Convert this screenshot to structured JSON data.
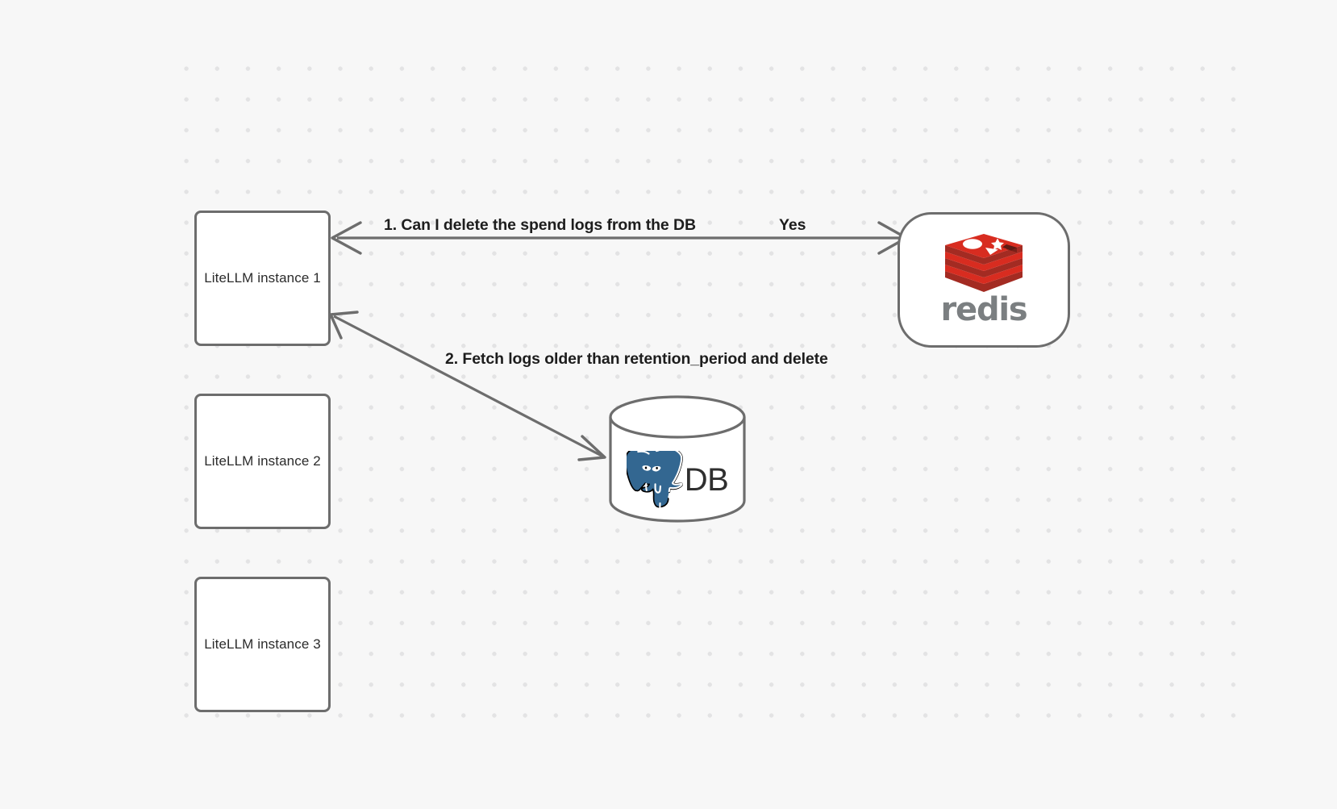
{
  "canvas": {
    "background_color": "#f7f7f7",
    "grid": "dotted",
    "grid_dot_color": "#e3e3e4"
  },
  "nodes": {
    "litellm_1": {
      "label": "LiteLLM instance 1",
      "shape": "rounded-rect",
      "border_color": "#6d6d6d",
      "fill": "#ffffff"
    },
    "litellm_2": {
      "label": "LiteLLM instance 2",
      "shape": "rounded-rect",
      "border_color": "#6d6d6d",
      "fill": "#ffffff"
    },
    "litellm_3": {
      "label": "LiteLLM instance 3",
      "shape": "rounded-rect",
      "border_color": "#6d6d6d",
      "fill": "#ffffff"
    },
    "redis": {
      "label": "redis",
      "icon": "redis-logo-icon",
      "shape": "rounded-rect",
      "border_color": "#6d6d6d",
      "fill": "#ffffff",
      "logo_color": "#d82c20",
      "wordmark_color": "#7b7f81"
    },
    "database": {
      "label": "DB",
      "icon": "postgresql-elephant-icon",
      "shape": "cylinder",
      "border_color": "#6d6d6d",
      "fill": "#ffffff",
      "logo_color": "#336791"
    }
  },
  "edges": [
    {
      "id": "edge-redis-bidirectional",
      "from": "litellm_1",
      "to": "redis",
      "label": "1.  Can I delete the spend logs from the DB",
      "secondary_label": "Yes",
      "arrow": "both",
      "color": "#6d6d6d"
    },
    {
      "id": "edge-db",
      "from": "database",
      "to": "litellm_1",
      "label": "2.  Fetch logs older than retention_period and delete",
      "arrow": "both",
      "color": "#6d6d6d"
    }
  ]
}
